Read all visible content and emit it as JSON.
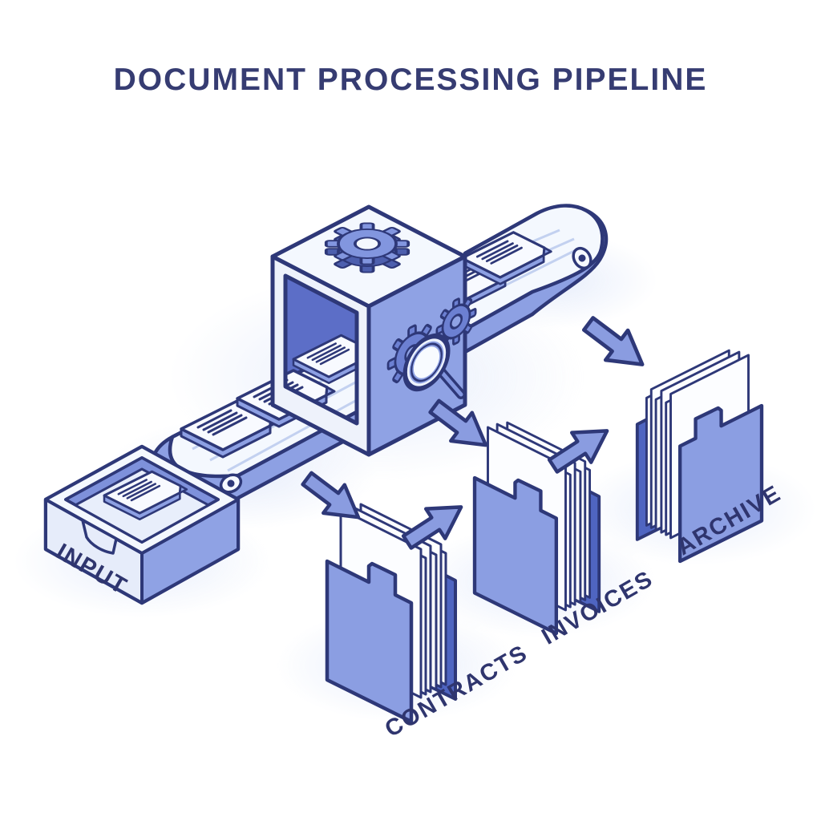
{
  "title": {
    "text": "DOCUMENT PROCESSING PIPELINE"
  },
  "pipeline": {
    "input": {
      "label": "INPUT",
      "icon": "inbox-tray-icon",
      "contents": "document"
    },
    "processor": {
      "icon": "processing-machine-icon",
      "features": [
        "gear-icon",
        "gear-pair-icon",
        "magnifier-icon",
        "conveyor-belt",
        "documents-on-belt"
      ]
    },
    "outputs": [
      {
        "label": "CONTRACTS",
        "icon": "folder-icon"
      },
      {
        "label": "INVOICES",
        "icon": "folder-icon"
      },
      {
        "label": "ARCHIVE",
        "icon": "folder-icon"
      }
    ],
    "arrows": [
      {
        "from": "conveyor",
        "to": "CONTRACTS",
        "direction": "down-right"
      },
      {
        "from": "conveyor",
        "to": "INVOICES",
        "direction": "down-right"
      },
      {
        "from": "conveyor",
        "to": "ARCHIVE",
        "direction": "down-right"
      },
      {
        "from": "CONTRACTS",
        "to": "INVOICES",
        "direction": "up-right"
      },
      {
        "from": "INVOICES",
        "to": "ARCHIVE",
        "direction": "up-right"
      }
    ]
  },
  "palette": {
    "background": "#ffffff",
    "outline": "#2e3878",
    "title_text": "#363c72",
    "label_text": "#2f356e",
    "periwinkle": "#8da0e3",
    "deep_blue": "#4f65c1",
    "light_face": "#f4f8fe",
    "tunnel": "#5c6ec7",
    "halo": "#c9d7f6"
  }
}
